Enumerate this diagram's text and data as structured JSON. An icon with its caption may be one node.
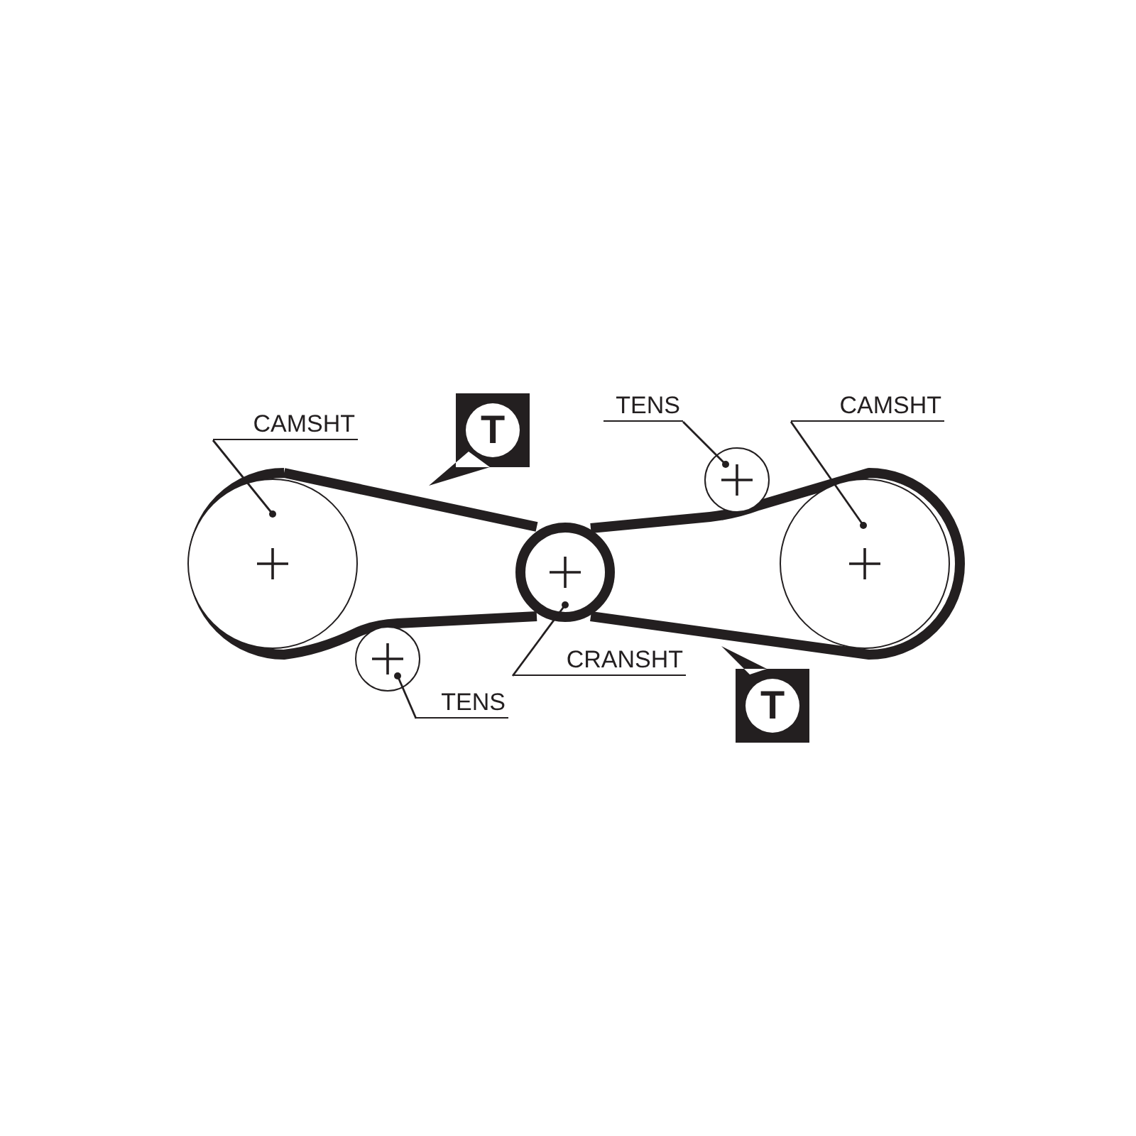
{
  "diagram": {
    "nodes": [
      {
        "text": [
          "CAMSHT"
        ]
      },
      {
        "text": [
          "TENS"
        ]
      },
      {
        "text": [
          "CAMSHT"
        ]
      },
      {
        "text": [],
        "shape": "circle"
      },
      {
        "text": [],
        "shape": "circle"
      },
      {
        "text": [],
        "shape": "circle"
      },
      {
        "text": [],
        "shape": "circle"
      },
      {
        "text": [
          "CRANSHT"
        ]
      },
      {
        "text": [],
        "shape": "circle"
      },
      {
        "text": [
          "TENS"
        ]
      }
    ],
    "edges": [
      {
        "from": 0,
        "to": 3,
        "arrow": "other"
      },
      {
        "from": 1,
        "to": 4,
        "arrow": "other"
      },
      {
        "from": 2,
        "to": 6,
        "arrow": "other"
      },
      {
        "from": 7,
        "to": 5,
        "arrow": "other"
      },
      {
        "from": 9,
        "to": 8,
        "arrow": "other"
      }
    ],
    "labels": [
      "T",
      "T"
    ]
  }
}
